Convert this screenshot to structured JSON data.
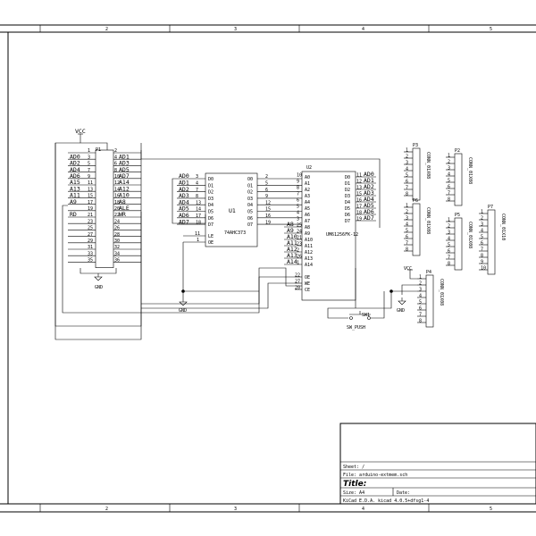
{
  "frame": {
    "columns": [
      "2",
      "3",
      "4",
      "5"
    ]
  },
  "p1": {
    "ref": "P1",
    "power": "VCC",
    "gnd": "GND",
    "left_pins": [
      {
        "label": "",
        "num": "1"
      },
      {
        "label": "AD0",
        "num": "3"
      },
      {
        "label": "AD2",
        "num": "5"
      },
      {
        "label": "AD4",
        "num": "7"
      },
      {
        "label": "AD6",
        "num": "9"
      },
      {
        "label": "A15",
        "num": "11"
      },
      {
        "label": "A13",
        "num": "13"
      },
      {
        "label": "A11",
        "num": "15"
      },
      {
        "label": "A9",
        "num": "17"
      },
      {
        "label": "",
        "num": "19"
      },
      {
        "label": "RD",
        "num": "21"
      },
      {
        "label": "",
        "num": "23"
      },
      {
        "label": "",
        "num": "25"
      },
      {
        "label": "",
        "num": "27"
      },
      {
        "label": "",
        "num": "29"
      },
      {
        "label": "",
        "num": "31"
      },
      {
        "label": "",
        "num": "33"
      },
      {
        "label": "",
        "num": "35"
      }
    ],
    "right_pins": [
      {
        "label": "",
        "num": "2"
      },
      {
        "label": "AD1",
        "num": "4"
      },
      {
        "label": "AD3",
        "num": "6"
      },
      {
        "label": "AD5",
        "num": "8"
      },
      {
        "label": "AD7",
        "num": "10"
      },
      {
        "label": "A14",
        "num": "12"
      },
      {
        "label": "A12",
        "num": "14"
      },
      {
        "label": "A10",
        "num": "16"
      },
      {
        "label": "A8",
        "num": "18"
      },
      {
        "label": "ALE",
        "num": "20"
      },
      {
        "label": "WR",
        "num": "22"
      },
      {
        "label": "",
        "num": "24"
      },
      {
        "label": "",
        "num": "26"
      },
      {
        "label": "",
        "num": "28"
      },
      {
        "label": "",
        "num": "30"
      },
      {
        "label": "",
        "num": "32"
      },
      {
        "label": "",
        "num": "34"
      },
      {
        "label": "",
        "num": "36"
      }
    ]
  },
  "u1": {
    "ref": "U1",
    "value": "74AHC373",
    "nets": [
      "AD0",
      "AD1",
      "AD2",
      "AD3",
      "AD4",
      "AD5",
      "AD6",
      "AD7"
    ],
    "in_pins": [
      "3",
      "4",
      "7",
      "8",
      "13",
      "14",
      "17",
      "18"
    ],
    "in_names": [
      "D0",
      "D1",
      "D2",
      "D3",
      "D4",
      "D5",
      "D6",
      "D7"
    ],
    "out_names": [
      "O0",
      "O1",
      "O2",
      "O3",
      "O4",
      "O5",
      "O6",
      "O7"
    ],
    "out_pins": [
      "2",
      "5",
      "6",
      "9",
      "12",
      "15",
      "16",
      "19"
    ],
    "le": {
      "pin": "11",
      "name": "LE"
    },
    "oe": {
      "pin": "1",
      "name": "OE"
    }
  },
  "u2": {
    "ref": "U2",
    "value": "UM61256FK-12",
    "gnd": "GND",
    "addr_pins": [
      "10",
      "9",
      "8",
      "7",
      "6",
      "5",
      "4",
      "3",
      "25",
      "24",
      "21",
      "23",
      "2",
      "26",
      "1"
    ],
    "addr_names": [
      "A0",
      "A1",
      "A2",
      "A3",
      "A4",
      "A5",
      "A6",
      "A7",
      "A8",
      "A9",
      "A10",
      "A11",
      "A12",
      "A13",
      "A14"
    ],
    "addr_nets": [
      "",
      "",
      "",
      "",
      "",
      "",
      "",
      "",
      "A8",
      "A9",
      "A10",
      "A11",
      "A12",
      "A13",
      "A14"
    ],
    "ctl_pins": [
      "22",
      "27",
      "20"
    ],
    "ctl_names": [
      "OE",
      "WE",
      "CE"
    ],
    "io_pins": [
      "11",
      "12",
      "13",
      "15",
      "16",
      "17",
      "18",
      "19"
    ],
    "io_names": [
      "D0",
      "D1",
      "D2",
      "D3",
      "D4",
      "D5",
      "D6",
      "D7"
    ],
    "io_nets": [
      "AD0",
      "AD1",
      "AD2",
      "AD3",
      "AD4",
      "AD5",
      "AD6",
      "AD7"
    ]
  },
  "headers": [
    {
      "ref": "P3",
      "value": "CONN_01X08",
      "pins": [
        "1",
        "2",
        "3",
        "4",
        "5",
        "6",
        "7",
        "8"
      ]
    },
    {
      "ref": "P2",
      "value": "CONN_01X08",
      "pins": [
        "1",
        "2",
        "3",
        "4",
        "5",
        "6",
        "7",
        "8"
      ]
    },
    {
      "ref": "P6",
      "value": "CONN_01X08",
      "pins": [
        "1",
        "2",
        "3",
        "4",
        "5",
        "6",
        "7",
        "8"
      ]
    },
    {
      "ref": "P5",
      "value": "CONN_01X08",
      "pins": [
        "1",
        "2",
        "3",
        "4",
        "5",
        "6",
        "7",
        "8"
      ]
    },
    {
      "ref": "P7",
      "value": "CONN_01X10",
      "pins": [
        "1",
        "2",
        "3",
        "4",
        "5",
        "6",
        "7",
        "8",
        "9",
        "10"
      ]
    },
    {
      "ref": "P4",
      "value": "CONN_01X08",
      "pins": [
        "1",
        "2",
        "3",
        "4",
        "5",
        "6",
        "7",
        "8"
      ]
    }
  ],
  "p4_power": "VCC",
  "p4_gnd": "GND",
  "sw1": {
    "ref": "SW1",
    "value": "SW_PUSH"
  },
  "gnd_left": "GND",
  "title_block": {
    "sheet": "Sheet: /",
    "file": "File: arduino-extmem.sch",
    "title": "Title:",
    "size": "Size: A4",
    "date": "Date:",
    "tool": "KiCad E.D.A.  kicad 4.0.5+dfsg1-4"
  }
}
